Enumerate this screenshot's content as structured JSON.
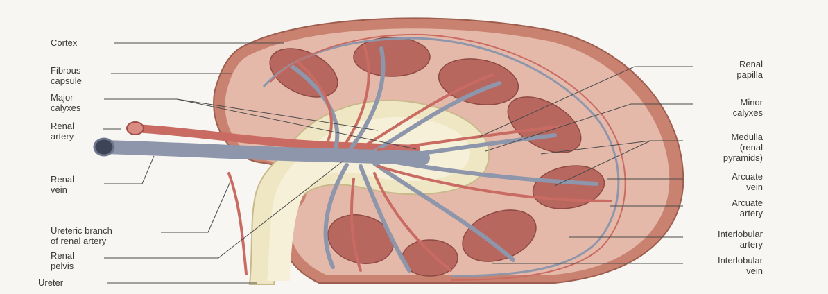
{
  "labels": {
    "cortex": "Cortex",
    "fibrous_capsule": [
      "Fibrous",
      "capsule"
    ],
    "major_calyxes": [
      "Major",
      "calyxes"
    ],
    "renal_artery": [
      "Renal",
      "artery"
    ],
    "renal_vein": [
      "Renal",
      "vein"
    ],
    "ureteric_branch": [
      "Ureteric branch",
      "of renal artery"
    ],
    "renal_pelvis": [
      "Renal",
      "pelvis"
    ],
    "ureter": "Ureter",
    "renal_papilla": [
      "Renal",
      "papilla"
    ],
    "minor_calyxes": [
      "Minor",
      "calyxes"
    ],
    "medulla": [
      "Medulla",
      "(renal",
      "pyramids)"
    ],
    "arcuate_vein": [
      "Arcuate",
      "vein"
    ],
    "arcuate_artery": [
      "Arcuate",
      "artery"
    ],
    "interlobular_artery": [
      "Interlobular",
      "artery"
    ],
    "interlobular_vein": [
      "Interlobular",
      "vein"
    ]
  },
  "colors": {
    "capsule": "#c9826f",
    "cortex": "#e4b9aa",
    "pyramid": "#b8675e",
    "pelvis": "#efe7c4",
    "vein": "#8d96ab",
    "artery": "#c96b62"
  }
}
